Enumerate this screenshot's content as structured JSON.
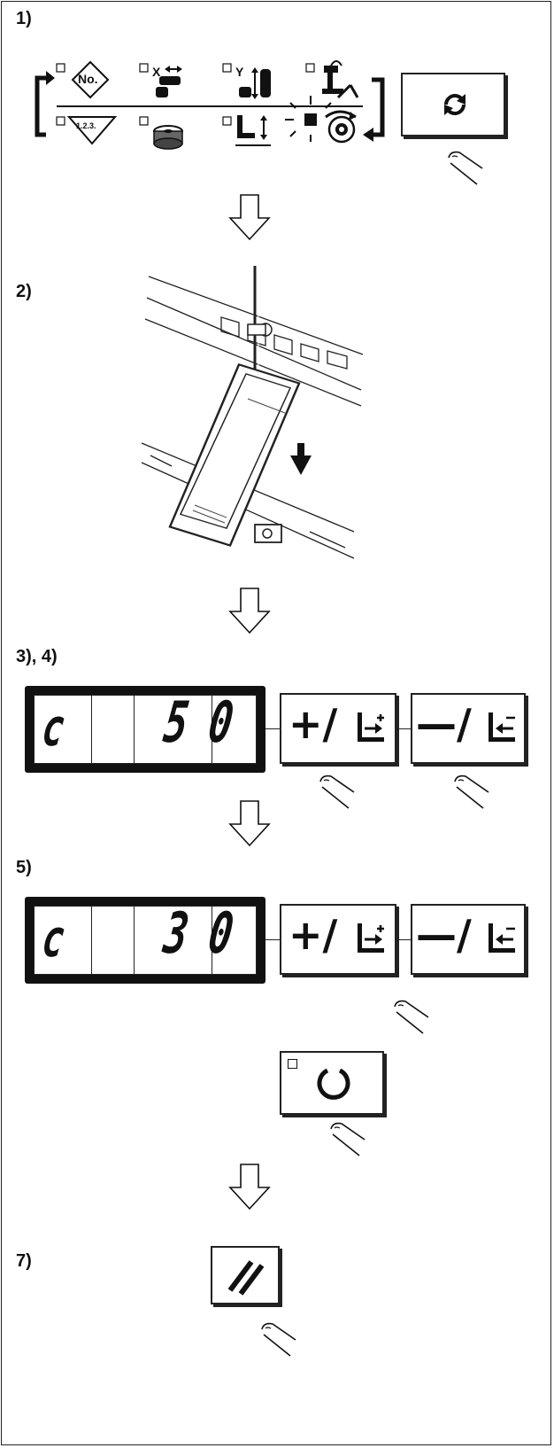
{
  "steps": {
    "s1": "1)",
    "s2": "2)",
    "s34": "3), 4)",
    "s5": "5)",
    "s7": "7)"
  },
  "panel_icons": {
    "no_label": "No.",
    "seq_label": "1.2.3.",
    "x_label": "X",
    "y_label": "Y"
  },
  "display_1": {
    "mode": "c",
    "value": "50"
  },
  "display_2": {
    "mode": "c",
    "value": "30"
  },
  "keys": {
    "plus_symbol": "+/",
    "minus_symbol": "—/"
  },
  "icons": {
    "cycle": "cycle-arrows-icon",
    "ready": "ready-circle-icon",
    "reset": "reset-slash-icon",
    "finger": "finger-press-icon",
    "arrow": "down-arrow-icon"
  }
}
